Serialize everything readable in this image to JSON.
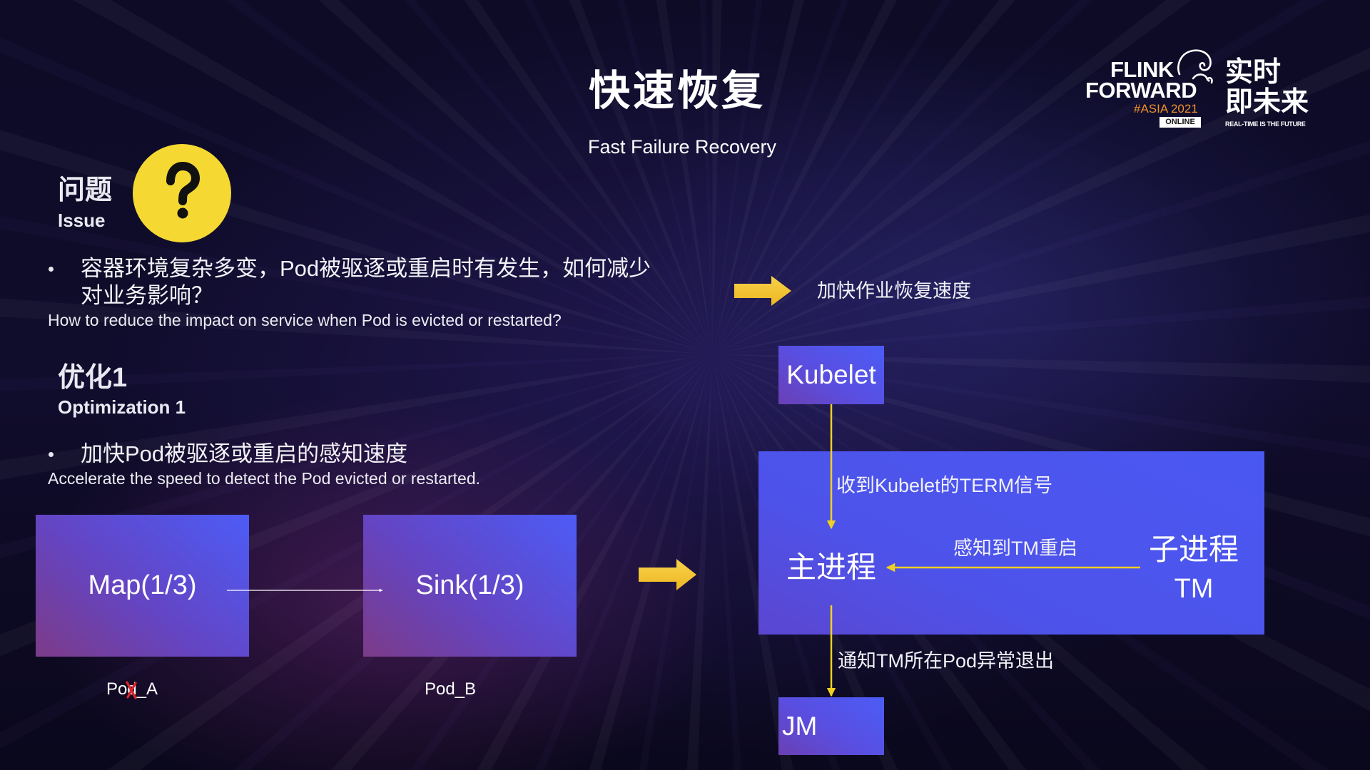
{
  "slide": {
    "title": "快速恢复",
    "subtitle": "Fast Failure Recovery"
  },
  "logo": {
    "line1": "FLINK",
    "line2": "FORWARD",
    "edition": "#ASIA 2021",
    "badge": "ONLINE",
    "cn_line1": "实时",
    "cn_line2": "即未来",
    "tagline": "REAL-TIME IS THE FUTURE",
    "icon": "squirrel-icon"
  },
  "issue": {
    "heading_cn": "问题",
    "heading_en": "Issue",
    "icon": "question-mark-icon",
    "bullet_cn_line1": "容器环境复杂多变，Pod被驱逐或重启时有发生，如何减少",
    "bullet_cn_line2": "对业务影响？",
    "bullet_en": "How to reduce the impact on service when Pod is evicted or restarted?"
  },
  "optimization": {
    "heading_cn": "优化1",
    "heading_en": "Optimization 1",
    "bullet_cn": "加快Pod被驱逐或重启的感知速度",
    "bullet_en": "Accelerate the speed to detect the Pod evicted or restarted."
  },
  "diagram": {
    "left": {
      "map_label": "Map(1/3)",
      "sink_label": "Sink(1/3)",
      "pod_a": "Pod_A",
      "pod_b": "Pod_B",
      "pod_a_mark": "red-cross-icon"
    },
    "right": {
      "goal": "加快作业恢复速度",
      "kubelet": "Kubelet",
      "term_signal": "收到Kubelet的TERM信号",
      "main_process": "主进程",
      "detect_restart": "感知到TM重启",
      "child_process_cn": "子进程",
      "child_process_en": "TM",
      "notify": "通知TM所在Pod异常退出",
      "jm": "JM"
    }
  },
  "colors": {
    "background": "#0b0920",
    "accent_yellow": "#f3c330",
    "question_circle": "#f5d932",
    "box_blue": "#4c5cf6",
    "box_purple": "#7c3b88",
    "edition_orange": "#f0902a",
    "cross_red": "#e0242a"
  }
}
